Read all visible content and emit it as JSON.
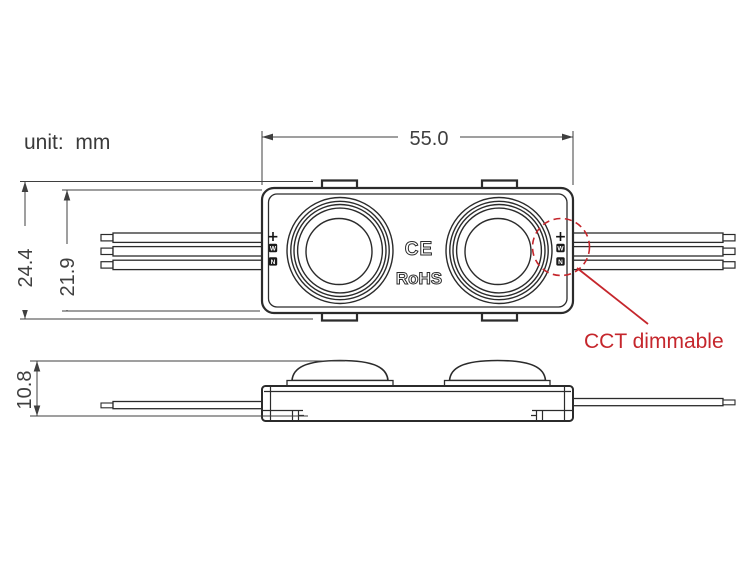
{
  "unit_label": "unit:  mm",
  "colors": {
    "line": "#2b2b2b",
    "dim": "#3f3f3f",
    "red": "#c5262c",
    "bg": "#ffffff"
  },
  "dimensions": {
    "module_width_mm": "55.0",
    "overall_height_mm": "24.4",
    "body_height_mm": "21.9",
    "side_height_mm": "10.8"
  },
  "markings": {
    "ce": "CE",
    "rohs": "RoHS"
  },
  "wire_markers": {
    "positive": "+",
    "warm": "W",
    "neutral": "N"
  },
  "annotation": {
    "label": "CCT dimmable"
  }
}
